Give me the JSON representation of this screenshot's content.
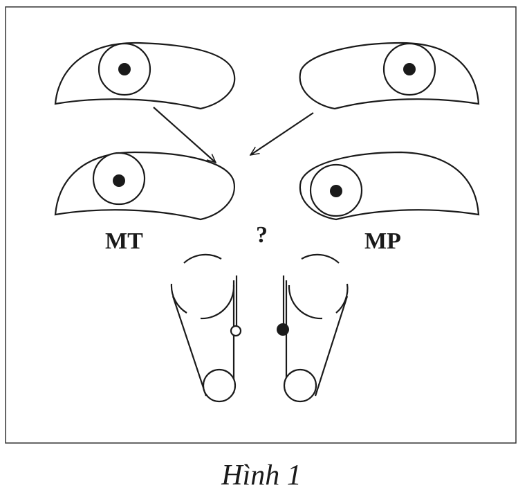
{
  "figure": {
    "label_left": "MT",
    "label_right": "MP",
    "question_mark": "?",
    "caption": "Hình 1"
  },
  "colors": {
    "ink": "#1a1a1a",
    "background": "#ffffff"
  }
}
